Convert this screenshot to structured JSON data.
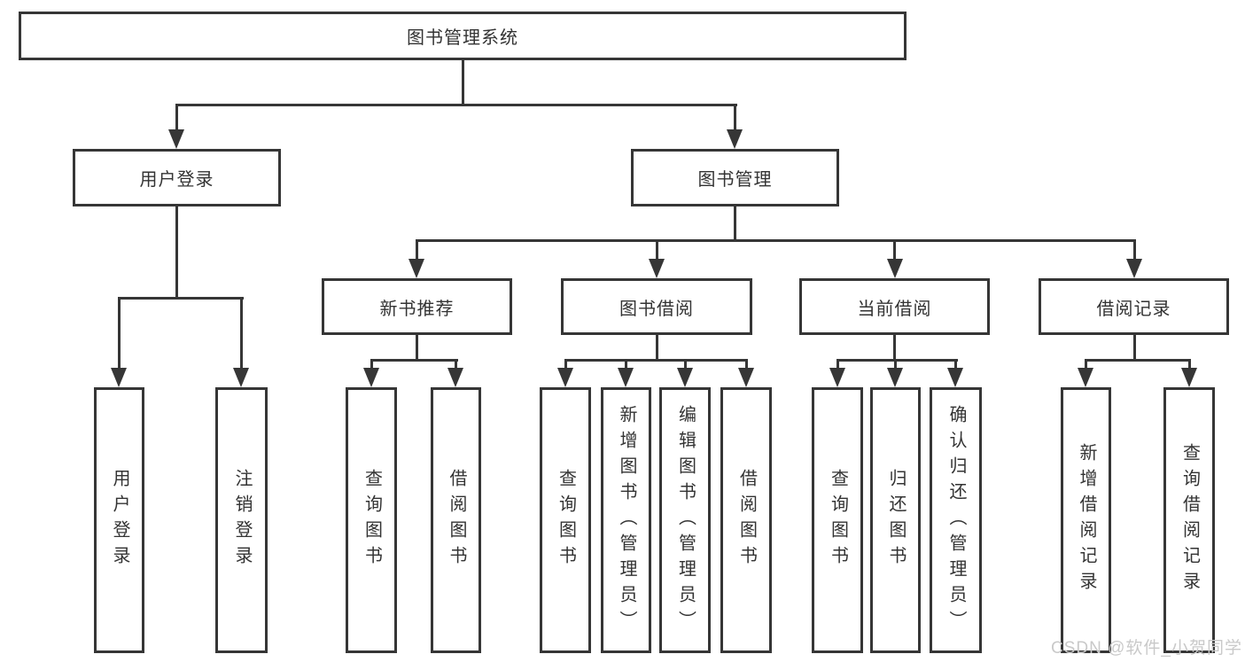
{
  "diagram": {
    "root": {
      "label": "图书管理系统"
    },
    "branches": [
      {
        "label": "用户登录",
        "children": [
          {
            "label": "用户登录"
          },
          {
            "label": "注销登录"
          }
        ]
      },
      {
        "label": "图书管理",
        "children": [
          {
            "label": "新书推荐",
            "children": [
              {
                "label": "查询图书"
              },
              {
                "label": "借阅图书"
              }
            ]
          },
          {
            "label": "图书借阅",
            "children": [
              {
                "label": "查询图书"
              },
              {
                "label": "新增图书（管理员）"
              },
              {
                "label": "编辑图书（管理员）"
              },
              {
                "label": "借阅图书"
              }
            ]
          },
          {
            "label": "当前借阅",
            "children": [
              {
                "label": "查询图书"
              },
              {
                "label": "归还图书"
              },
              {
                "label": "确认归还（管理员）"
              }
            ]
          },
          {
            "label": "借阅记录",
            "children": [
              {
                "label": "新增借阅记录"
              },
              {
                "label": "查询借阅记录"
              }
            ]
          }
        ]
      }
    ]
  },
  "watermark": {
    "text": "CSDN @软件_小贺同学"
  },
  "colors": {
    "line": "#363636",
    "text": "#333333",
    "background": "#ffffff",
    "watermark": "#c9c9c9"
  }
}
